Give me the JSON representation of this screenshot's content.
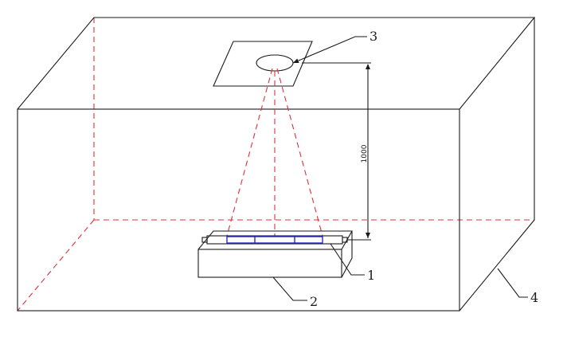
{
  "diagram": {
    "callouts": [
      {
        "id": "lamp",
        "label": "1"
      },
      {
        "id": "base",
        "label": "2"
      },
      {
        "id": "target",
        "label": "3"
      },
      {
        "id": "enclosure",
        "label": "4"
      }
    ],
    "dimension": {
      "label": "1000"
    },
    "colors": {
      "ink": "#1a1a1a",
      "hidden": "#e0303a",
      "lamp": "#2a2ad0"
    }
  }
}
